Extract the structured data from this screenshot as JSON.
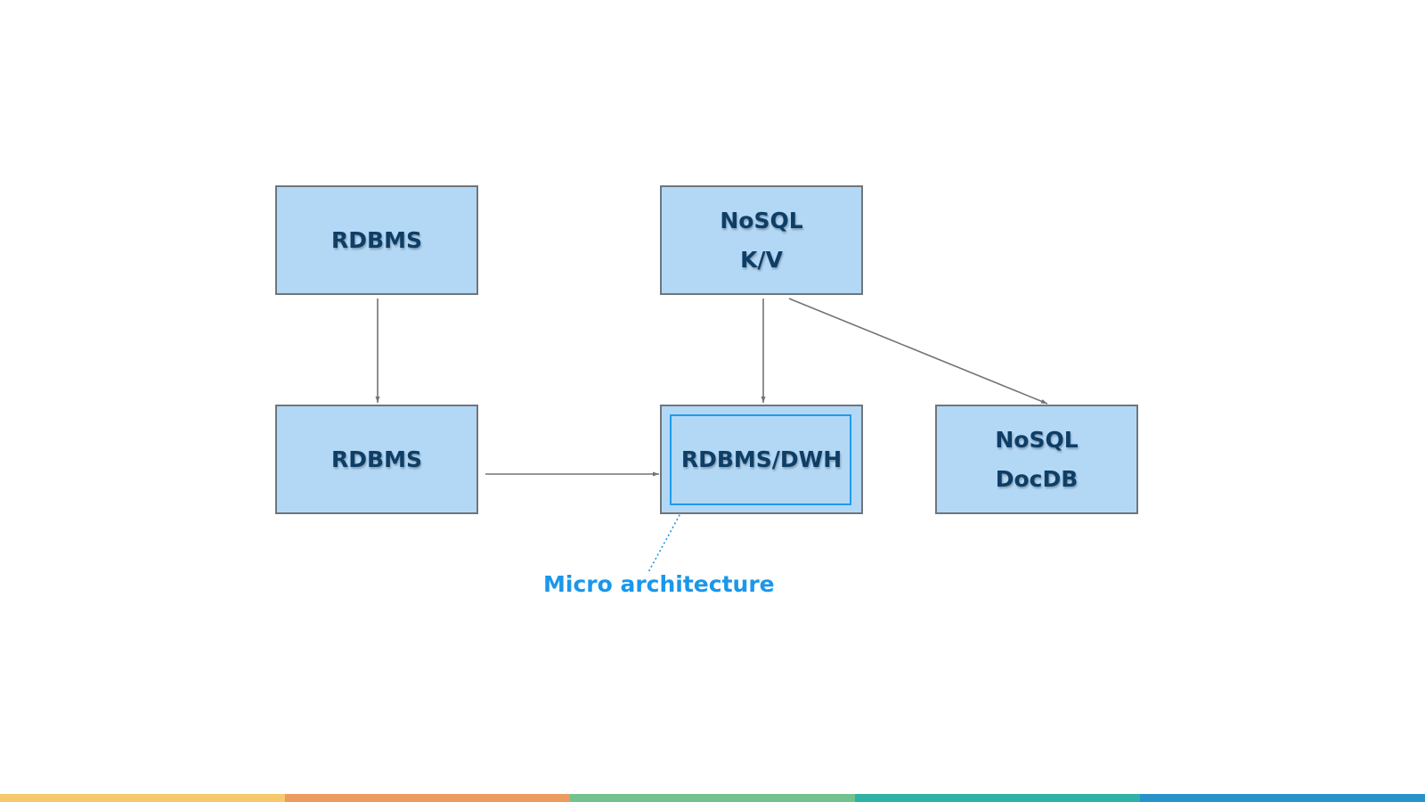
{
  "diagram": {
    "nodes": {
      "rdbms_top": {
        "lines": [
          "RDBMS"
        ]
      },
      "nosql_kv": {
        "lines": [
          "NoSQL",
          "K/V"
        ]
      },
      "rdbms_bottom": {
        "lines": [
          "RDBMS"
        ]
      },
      "rdbms_dwh": {
        "lines": [
          "RDBMS/DWH"
        ]
      },
      "nosql_docdb": {
        "lines": [
          "NoSQL",
          "DocDB"
        ]
      }
    },
    "edges": [
      {
        "from": "rdbms_top",
        "to": "rdbms_bottom"
      },
      {
        "from": "nosql_kv",
        "to": "rdbms_dwh"
      },
      {
        "from": "nosql_kv",
        "to": "nosql_docdb"
      },
      {
        "from": "rdbms_bottom",
        "to": "rdbms_dwh"
      }
    ],
    "annotation": {
      "text": "Micro architecture",
      "target": "rdbms_dwh",
      "style": "dotted"
    }
  },
  "colors": {
    "node_fill": "#b3d8f6",
    "node_border": "#6f757a",
    "node_text": "#0e3e66",
    "connector": "#6f757a",
    "annotation": "#1a97ec",
    "accent_bar": [
      "#f6c96d",
      "#ec9b5f",
      "#73c18f",
      "#2fb1a7",
      "#2794c9"
    ]
  }
}
